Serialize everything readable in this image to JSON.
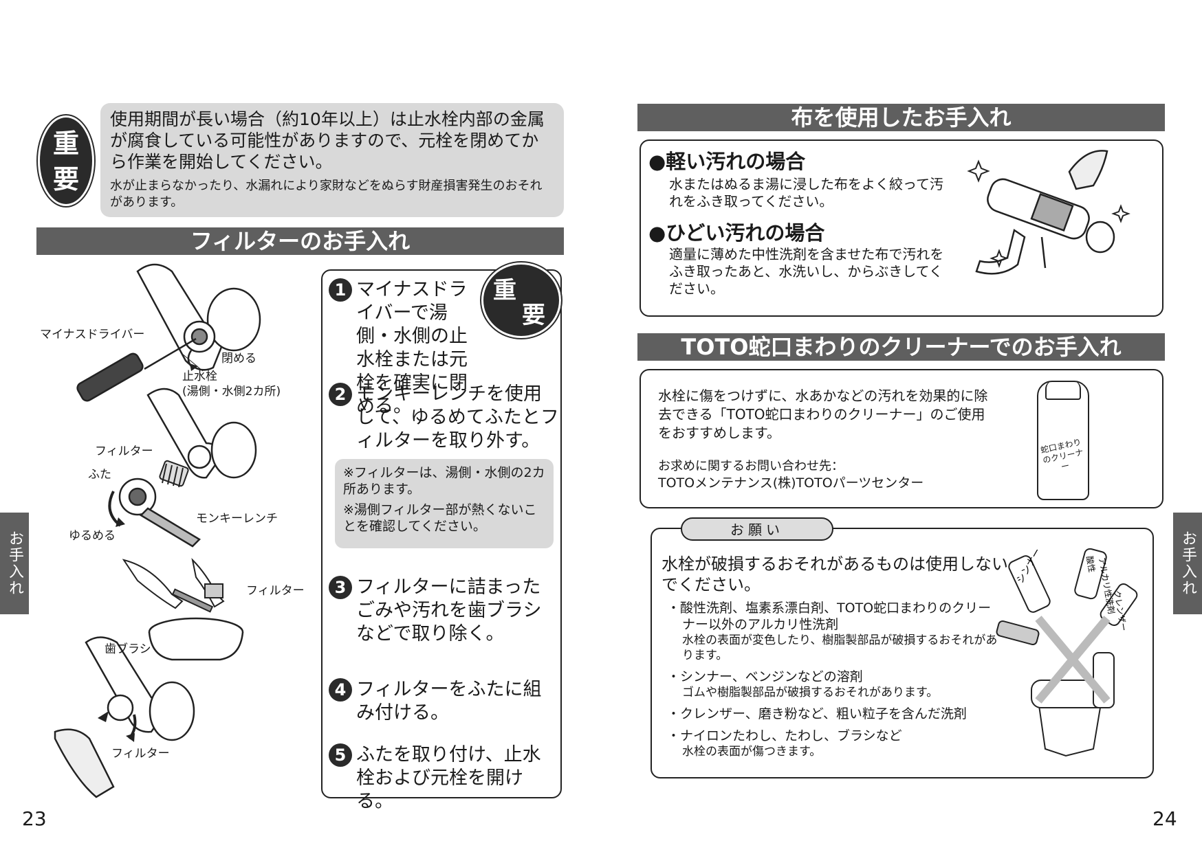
{
  "left": {
    "important_badge": [
      "重",
      "要"
    ],
    "warning_main": "使用期間が長い場合（約10年以上）は止水栓内部の金属が腐食している可能性がありますので、元栓を閉めてから作業を開始してください。",
    "warning_sub": "水が止まらなかったり、水漏れにより家財などをぬらす財産損害発生のおそれがあります。",
    "section_title": "フィルターのお手入れ",
    "labels": {
      "driver": "マイナスドライバー",
      "close": "閉める",
      "valve": "止水栓",
      "valve_note": "(湯側・水側2カ所)",
      "filter1": "フィルター",
      "lid": "ふた",
      "wrench": "モンキーレンチ",
      "loosen": "ゆるめる",
      "filter2": "フィルター",
      "toothbrush": "歯ブラシ",
      "filter3": "フィルター"
    },
    "steps": [
      {
        "n": "1",
        "text": "マイナスドライバーで湯側・水側の止水栓または元栓を確実に閉める。"
      },
      {
        "n": "2",
        "text": "モンキーレンチを使用して、ゆるめてふたとフィルターを取り外す。"
      },
      {
        "n": "3",
        "text": "フィルターに詰まったごみや汚れを歯ブラシなどで取り除く。"
      },
      {
        "n": "4",
        "text": "フィルターをふたに組み付ける。"
      },
      {
        "n": "5",
        "text": "ふたを取り付け、止水栓および元栓を開ける。"
      }
    ],
    "notes": [
      "※フィルターは、湯側・水側の2カ所あります。",
      "※湯側フィルター部が熱くないことを確認してください。"
    ],
    "side_tab": "お手入れ",
    "page_number": "23"
  },
  "right": {
    "cloth_title": "布を使用したお手入れ",
    "light_heading": "●軽い汚れの場合",
    "light_text": "水またはぬるま湯に浸した布をよく絞って汚れをふき取ってください。",
    "heavy_heading": "●ひどい汚れの場合",
    "heavy_text": "適量に薄めた中性洗剤を含ませた布で汚れをふき取ったあと、水洗いし、からぶきしてください。",
    "cleaner_title": "TOTO蛇口まわりのクリーナーでのお手入れ",
    "cleaner_text": "水栓に傷をつけずに、水あかなどの汚れを効果的に除去できる「TOTO蛇口まわりのクリーナー」のご使用をおすすめします。",
    "contact_label": "お求めに関するお問い合わせ先：",
    "contact_value": "TOTOメンテナンス(株)TOTOパーツセンター",
    "bottle_label": "蛇口まわりのクリーナー",
    "request_tab": "お願い",
    "request_main": "水栓が破損するおそれがあるものは使用しないでください。",
    "bullets": [
      {
        "title": "・酸性洗剤、塩素系漂白剤、TOTO蛇口まわりのクリーナー以外のアルカリ性洗剤",
        "note": "水栓の表面が変色したり、樹脂製部品が破損するおそれがあります。"
      },
      {
        "title": "・シンナー、ベンジンなどの溶剤",
        "note": "ゴムや樹脂製部品が破損するおそれがあります。"
      },
      {
        "title": "・クレンザー、磨き粉など、粗い粒子を含んだ洗剤",
        "note": ""
      },
      {
        "title": "・ナイロンたわし、たわし、ブラシなど",
        "note": "水栓の表面が傷つきます。"
      }
    ],
    "bottle_labels": {
      "thinner": "シンナー",
      "acid": "酸性",
      "alkali": "アルカリ性洗剤",
      "cleanser": "クレンザー"
    },
    "side_tab": "お手入れ",
    "page_number": "24"
  }
}
